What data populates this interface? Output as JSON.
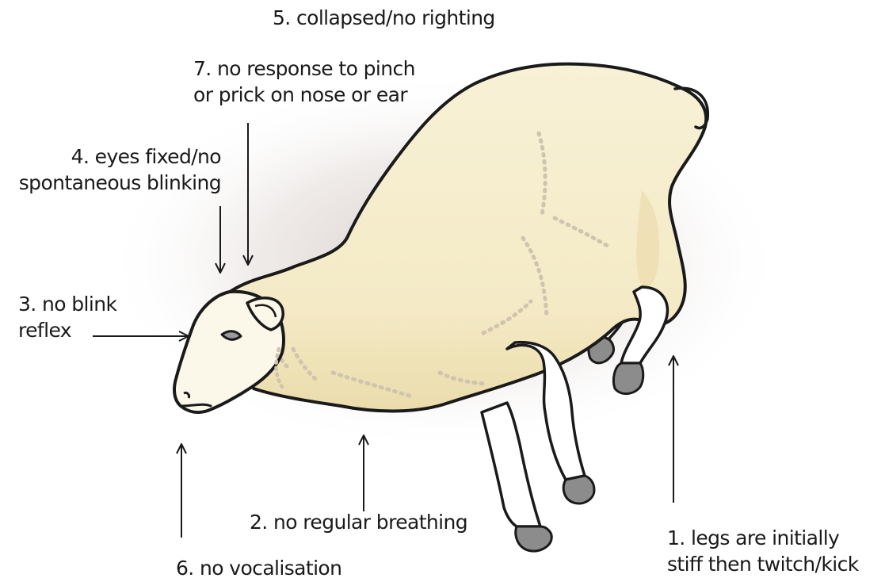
{
  "labels": {
    "collapsed": "5. collapsed/no righting",
    "pinch_line1": "7. no response to pinch",
    "pinch_line2": "or prick on nose or ear",
    "eyes_line1": "4. eyes fixed/no",
    "eyes_line2": "spontaneous blinking",
    "blink_line1": "3. no blink",
    "blink_line2": "reflex",
    "breathing": "2. no regular breathing",
    "vocalisation": "6. no vocalisation",
    "legs_line1": "1. legs are initially",
    "legs_line2": "stiff then twitch/kick"
  },
  "colors": {
    "fleece": "#f7efcf",
    "fleece_shade": "#ecdcae",
    "face": "#fbf8ea",
    "legs": "#ffffff",
    "hooves": "#8c8c8c",
    "outline": "#1a1a1a",
    "wool_curl": "#cfc4ae",
    "shadow": "#d8d0cc"
  }
}
